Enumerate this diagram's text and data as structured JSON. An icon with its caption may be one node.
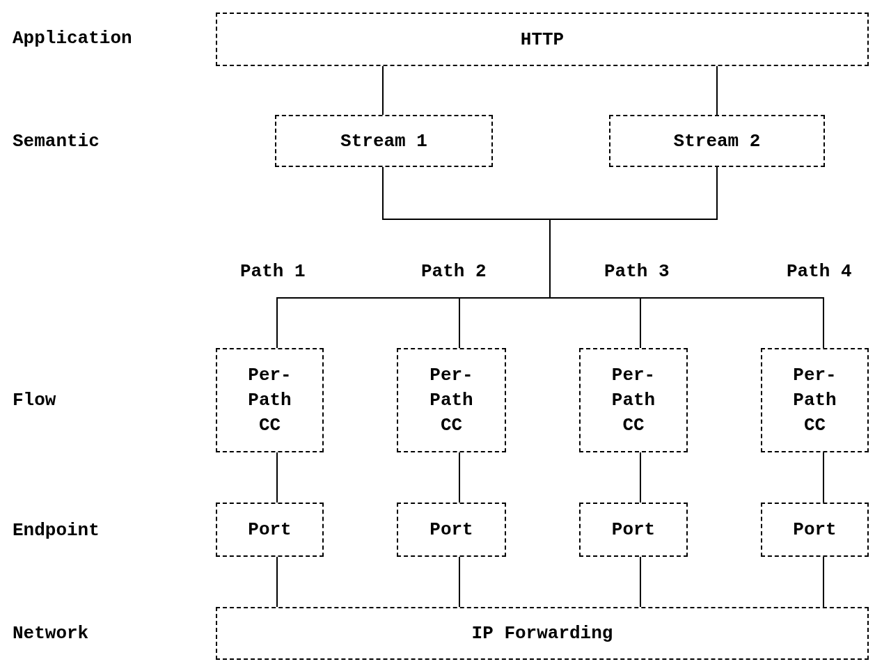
{
  "diagram": {
    "nodes": [
      {
        "text": [
          "HTTP"
        ]
      },
      {
        "text": [
          "Stream 1"
        ]
      },
      {
        "text": [
          "Stream 2"
        ]
      },
      {
        "text": [
          "Per- Path CC"
        ]
      },
      {
        "text": [
          "Per- Path CC"
        ]
      },
      {
        "text": [
          "Per- Path CC"
        ]
      },
      {
        "text": [
          "Per- Path CC"
        ]
      },
      {
        "text": [
          "Port"
        ]
      },
      {
        "text": [
          "Port"
        ]
      },
      {
        "text": [
          "Port"
        ]
      },
      {
        "text": [
          "Port"
        ]
      },
      {
        "text": [
          "IP Forwarding"
        ]
      }
    ],
    "edges": [
      {
        "from": 0,
        "to": 1,
        "arrow": "none"
      },
      {
        "from": 0,
        "to": 2,
        "arrow": "none"
      },
      {
        "from": 1,
        "to": 3,
        "arrow": "none"
      },
      {
        "from": 1,
        "to": 4,
        "arrow": "none"
      },
      {
        "from": 1,
        "to": 5,
        "arrow": "none"
      },
      {
        "from": 1,
        "to": 6,
        "arrow": "none"
      },
      {
        "from": 2,
        "to": 3,
        "arrow": "none"
      },
      {
        "from": 2,
        "to": 4,
        "arrow": "none"
      },
      {
        "from": 2,
        "to": 5,
        "arrow": "none"
      },
      {
        "from": 2,
        "to": 6,
        "arrow": "none"
      },
      {
        "from": 3,
        "to": 7,
        "arrow": "none"
      },
      {
        "from": 4,
        "to": 8,
        "arrow": "none"
      },
      {
        "from": 5,
        "to": 9,
        "arrow": "none"
      },
      {
        "from": 6,
        "to": 10,
        "arrow": "none"
      },
      {
        "from": 7,
        "to": 11,
        "arrow": "none"
      },
      {
        "from": 8,
        "to": 11,
        "arrow": "none"
      },
      {
        "from": 9,
        "to": 11,
        "arrow": "none"
      },
      {
        "from": 10,
        "to": 11,
        "arrow": "none"
      }
    ],
    "labels": [
      "Application",
      "Semantic",
      "Path 1",
      "Path 2",
      "Path 3",
      "Path 4",
      "Flow",
      "Endpoint",
      "Network"
    ]
  }
}
